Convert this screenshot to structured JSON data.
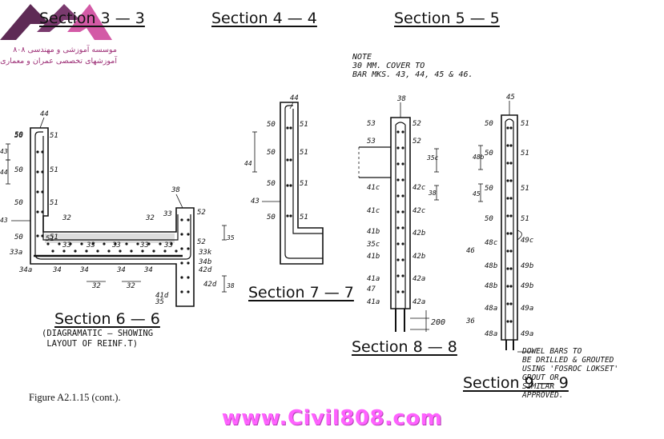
{
  "logo": {
    "brand_colors": {
      "dark": "#6b2a5a",
      "pink": "#d14fa0",
      "text": "#9b2c74"
    },
    "line1": "موسسه آموزشی و مهندسی ۸۰۸",
    "line2": "آموزشهای تخصصی عمران و معماری"
  },
  "titles": {
    "s33": "Section  3 — 3",
    "s44": "Section  4 — 4",
    "s55": "Section  5 — 5",
    "s66": "Section  6 — 6",
    "s77": "Section  7 — 7",
    "s88": "Section  8 — 8",
    "s99": "Section  9 — 9"
  },
  "s66_subcaption": "(DIAGRAMATIC — SHOWING\n LAYOUT OF REINF.T)",
  "note": "NOTE\n30 MM. COVER TO\nBAR MKS. 43, 44, 45 & 46.",
  "dowel_note": "DOWEL BARS TO\nBE DRILLED & GROUTED\nUSING 'FOSROC LOKSET'\nGROUT OR\nSIMILAR\nAPPROVED.",
  "caption": "Figure A2.1.15 (cont.).",
  "watermark": "www.Civil808.com",
  "labels": {
    "s66": {
      "top_bar": "44",
      "left_outer": [
        "50",
        "50",
        "50",
        "50",
        "50"
      ],
      "left_inner": [
        "51",
        "51",
        "51",
        "51"
      ],
      "left_dims": [
        "43",
        "44",
        "43"
      ],
      "slab_top": [
        "32",
        "32"
      ],
      "slab_bars": [
        "51",
        "33",
        "33",
        "33",
        "33",
        "33"
      ],
      "slab_bottom": [
        "34",
        "34",
        "34",
        "34"
      ],
      "end_labels": [
        "33a",
        "34a"
      ],
      "bottom_dims": [
        "32",
        "32"
      ],
      "right_top": "38",
      "right_outer": [
        "33",
        "52",
        "52"
      ],
      "right_inner": [
        "33k",
        "34b",
        "42d",
        "42d",
        "41d",
        "35"
      ],
      "right_dims": [
        "35",
        "38"
      ]
    },
    "s77": {
      "top_bar": "44",
      "outer": [
        "50",
        "50",
        "50",
        "50"
      ],
      "inner": [
        "51",
        "51",
        "51",
        "51"
      ],
      "dims": [
        "44",
        "43",
        "43"
      ]
    },
    "s88": {
      "top_bar": "38",
      "outer": [
        "53",
        "53",
        "41c",
        "41c",
        "41b",
        "35c",
        "41b",
        "41a",
        "47",
        "41a"
      ],
      "inner": [
        "52",
        "52",
        "42c",
        "42c",
        "42b",
        "42b",
        "42a",
        "42a"
      ],
      "dims": [
        "35c",
        "38"
      ],
      "dim_200": "200"
    },
    "s99": {
      "top_bar": "45",
      "outer": [
        "50",
        "50",
        "50",
        "50",
        "48c",
        "46",
        "48b",
        "48b",
        "48a",
        "36",
        "48a"
      ],
      "inner": [
        "51",
        "51",
        "51",
        "51",
        "49c",
        "49b",
        "49b",
        "49a",
        "49a"
      ],
      "dims": [
        "48b",
        "45"
      ]
    }
  }
}
